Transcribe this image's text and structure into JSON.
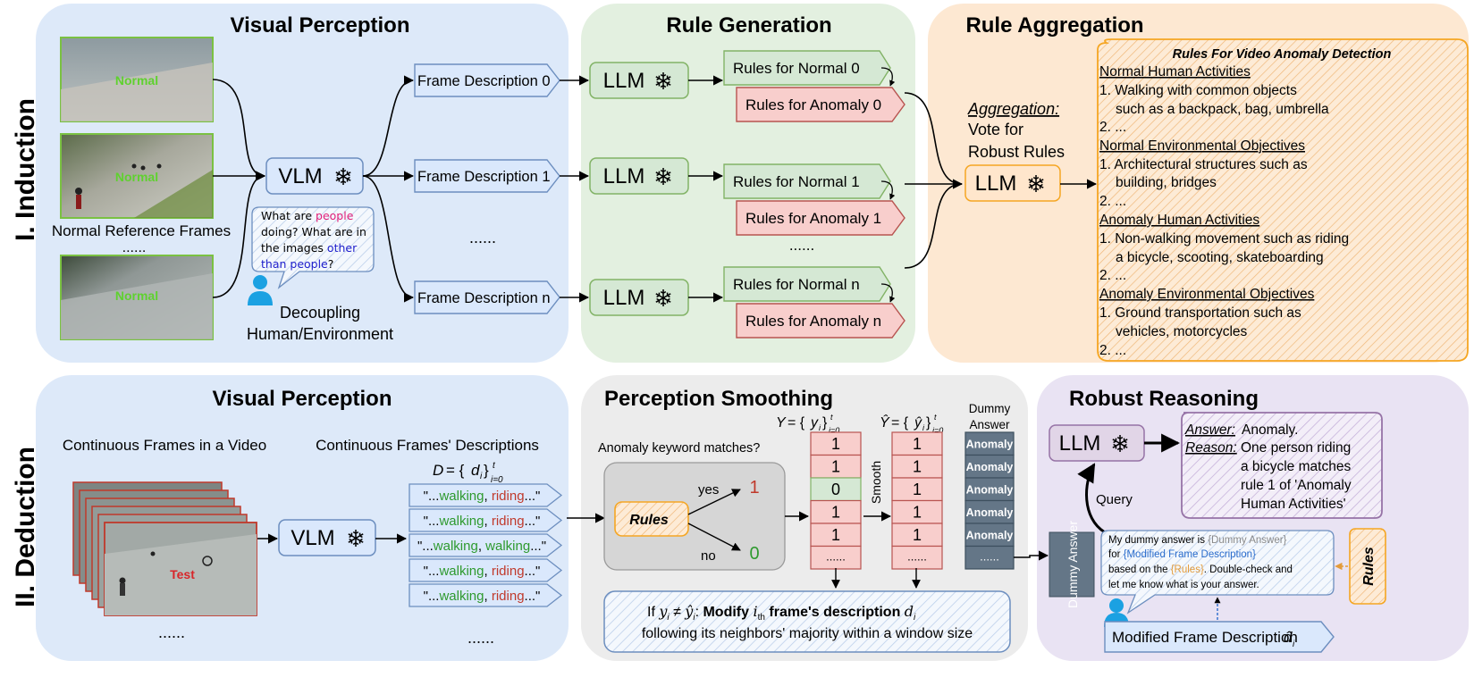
{
  "side_labels": {
    "induction": "I. Induction",
    "deduction": "II. Deduction"
  },
  "induction": {
    "visual_perception": {
      "title": "Visual Perception",
      "frame_label": "Normal",
      "frames_caption": "Normal Reference Frames",
      "frames_ellipsis": "......",
      "vlm": "VLM",
      "bubble": {
        "q1": "What are ",
        "q1_kw": "people",
        "q2": "doing? What are in",
        "q3": "the images ",
        "q3_kw": "other",
        "q4_kw": "than people",
        "q4": "?"
      },
      "decoupling_1": "Decoupling",
      "decoupling_2": "Human/Environment"
    },
    "frame_descriptions": [
      "Frame Description 0",
      "Frame Description 1",
      "Frame Description n"
    ],
    "fd_ellipsis": "......",
    "rule_generation": {
      "title": "Rule Generation",
      "llm": "LLM",
      "rules_normal": [
        "Rules for Normal 0",
        "Rules for Normal 1",
        "Rules for Normal n"
      ],
      "rules_anomaly": [
        "Rules for Anomaly 0",
        "Rules for Anomaly 1",
        "Rules for Anomaly n"
      ],
      "ellipsis": "......"
    },
    "rule_aggregation": {
      "title": "Rule Aggregation",
      "aggregation": "Aggregation:",
      "vote_1": "Vote for",
      "vote_2": "Robust Rules",
      "llm": "LLM",
      "card": {
        "title": "Rules For Video Anomaly Detection",
        "sections": [
          {
            "heading": "Normal Human Activities",
            "lines": [
              "1. Walking with common objects",
              "such as a backpack, bag, umbrella",
              "2. ..."
            ]
          },
          {
            "heading": "Normal Environmental Objectives",
            "lines": [
              "1. Architectural structures such as",
              "building, bridges",
              "2. ..."
            ]
          },
          {
            "heading": "Anomaly Human Activities",
            "lines": [
              "1. Non-walking movement such as riding",
              "a bicycle, scooting, skateboarding",
              "2. ..."
            ]
          },
          {
            "heading": "Anomaly Environmental Objectives",
            "lines": [
              "1. Ground transportation such as",
              "vehicles, motorcycles",
              "2. ..."
            ]
          }
        ]
      }
    }
  },
  "deduction": {
    "visual_perception": {
      "title": "Visual Perception",
      "continuous_frames": "Continuous Frames in a Video",
      "continuous_desc": "Continuous Frames' Descriptions",
      "test_label": "Test",
      "frames_ellipsis": "......",
      "vlm": "VLM",
      "desc_rows": [
        {
          "pre": "\"...",
          "a": "walking",
          "mid": ", ",
          "b": "riding",
          "b_color": "#c0392b",
          "post": "...\""
        },
        {
          "pre": "\"...",
          "a": "walking",
          "mid": ", ",
          "b": "riding",
          "b_color": "#c0392b",
          "post": "...\""
        },
        {
          "pre": "\"...",
          "a": "walking",
          "mid": ", ",
          "b": "walking",
          "b_color": "#2e9a2e",
          "post": "...\""
        },
        {
          "pre": "\"...",
          "a": "walking",
          "mid": ", ",
          "b": "riding",
          "b_color": "#c0392b",
          "post": "...\""
        },
        {
          "pre": "\"...",
          "a": "walking",
          "mid": ", ",
          "b": "riding",
          "b_color": "#c0392b",
          "post": "...\""
        }
      ],
      "desc_ellipsis": "......"
    },
    "perception_smoothing": {
      "title": "Perception Smoothing",
      "keyword_q": "Anomaly keyword matches?",
      "rules": "Rules",
      "yes": "yes",
      "no": "no",
      "one": "1",
      "zero": "0",
      "y_values": [
        1,
        1,
        0,
        1,
        1
      ],
      "y_hat_values": [
        1,
        1,
        1,
        1,
        1
      ],
      "smooth": "Smooth",
      "column_ellipsis": "......",
      "dummy_header_1": "Dummy",
      "dummy_header_2": "Answer",
      "dummy_values": [
        "Anomaly",
        "Anomaly",
        "Anomaly",
        "Anomaly",
        "Anomaly"
      ],
      "modify_prefix": "If ",
      "modify_bold": "Modify ",
      "modify_mid": " frame's description ",
      "modify_line2": "following its neighbors' majority within a window size"
    },
    "robust_reasoning": {
      "title": "Robust Reasoning",
      "llm": "LLM",
      "query": "Query",
      "answer_label": "Answer:",
      "answer_value": "Anomaly.",
      "reason_label": "Reason:",
      "reason_lines": [
        "One person riding",
        "a bicycle matches",
        "rule 1 of 'Anomaly",
        "Human Activities'"
      ],
      "dummy_box": "Dummy Answer",
      "prompt_1a": "My dummy answer is ",
      "prompt_1b": "{Dummy Answer}",
      "prompt_2a": "for ",
      "prompt_2b": "{Modified Frame Description}",
      "prompt_3a": "based on the ",
      "prompt_3b": "{Rules}",
      "prompt_3c": ". Double-check and",
      "prompt_4": "let me know what is your answer.",
      "rules_tag": "Rules",
      "modified_desc": "Modified Frame Description"
    }
  },
  "colors": {
    "blue_panel": "#dde9f9",
    "green_panel": "#e3f0e0",
    "orange_panel": "#fde8d2",
    "gray_panel": "#ececec",
    "purple_panel": "#e9e3f3",
    "blue_box": "#dae8fc",
    "blue_stroke": "#6c8ebf",
    "green_box": "#d5e8d4",
    "green_stroke": "#82b366",
    "red_box": "#f8cecc",
    "red_stroke": "#b85450",
    "orange_box": "#ffe6cc",
    "orange_stroke": "#f5a623",
    "purple_box": "#e1d5e7",
    "purple_stroke": "#9673a6",
    "dark_box": "#647687"
  }
}
